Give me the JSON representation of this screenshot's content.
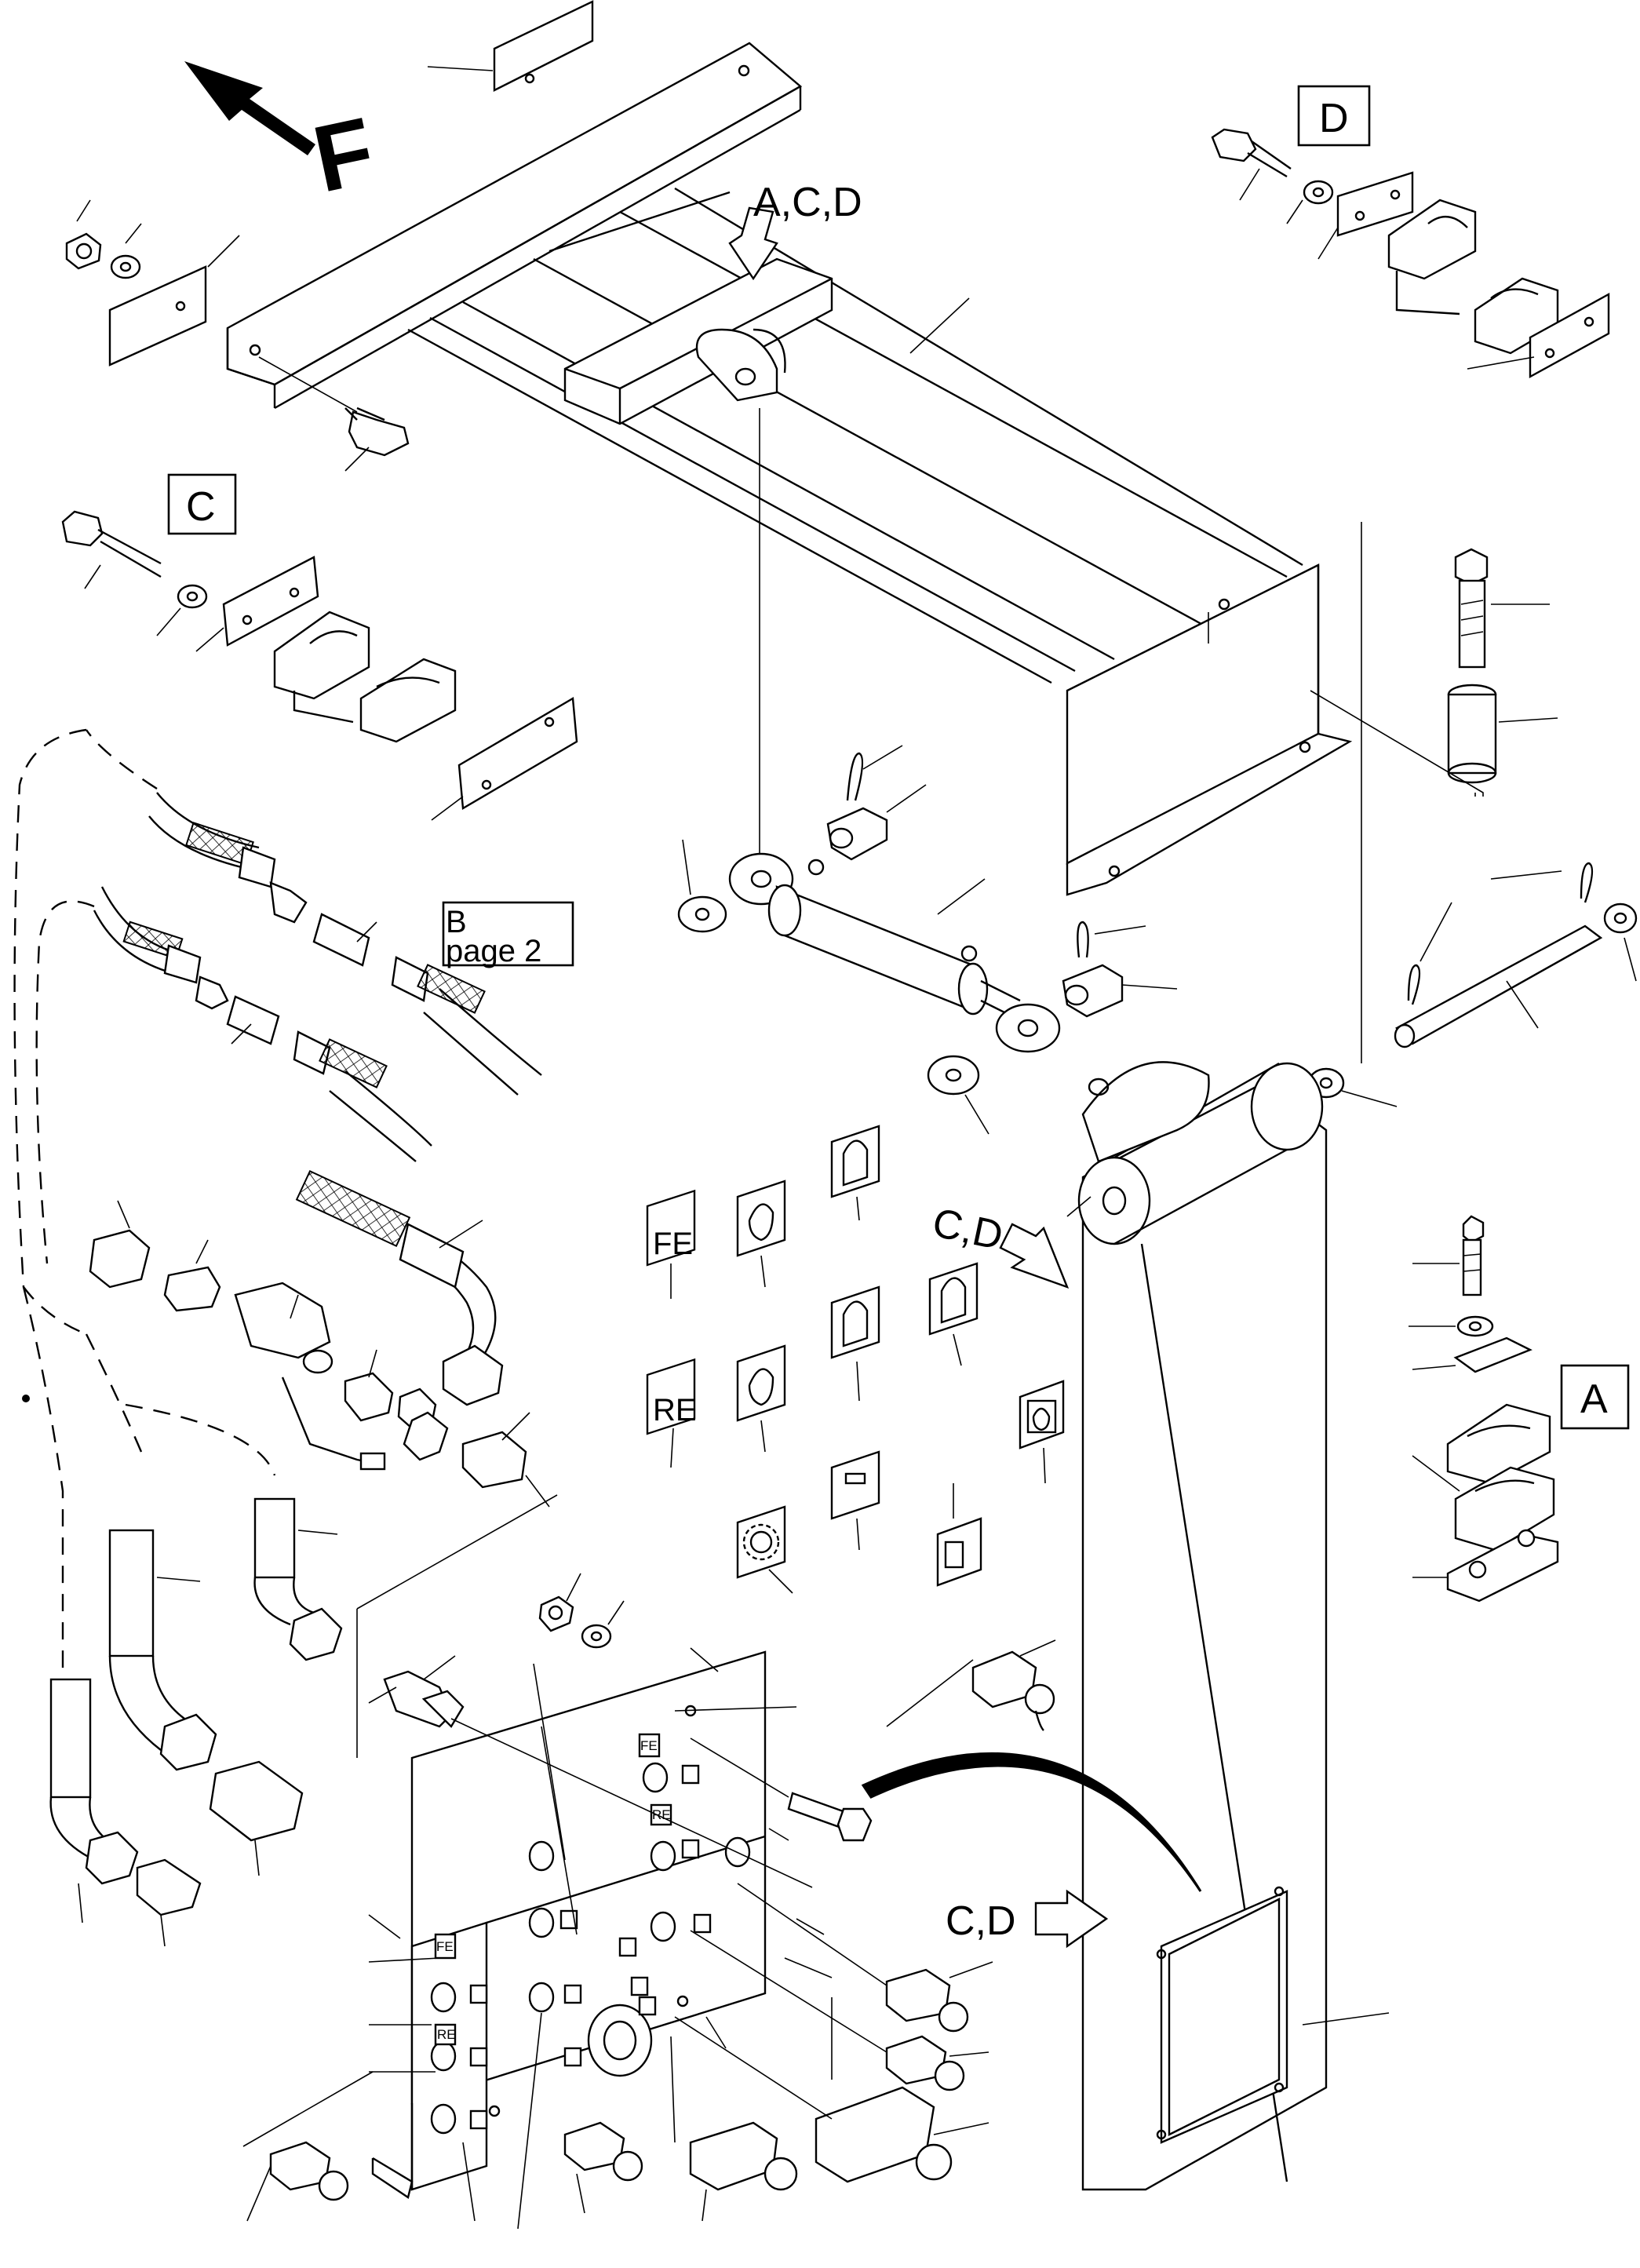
{
  "front_marker": "F",
  "callouts": {
    "top_arrow": "A,C,D",
    "side_arrow_upper": "C,D",
    "side_arrow_lower": "C,D"
  },
  "boxed_labels": {
    "a": "A",
    "c": "C",
    "d": "D",
    "b_line1": "B",
    "b_line2": "page 2"
  },
  "decals": {
    "fe": "FE",
    "re": "RE"
  }
}
